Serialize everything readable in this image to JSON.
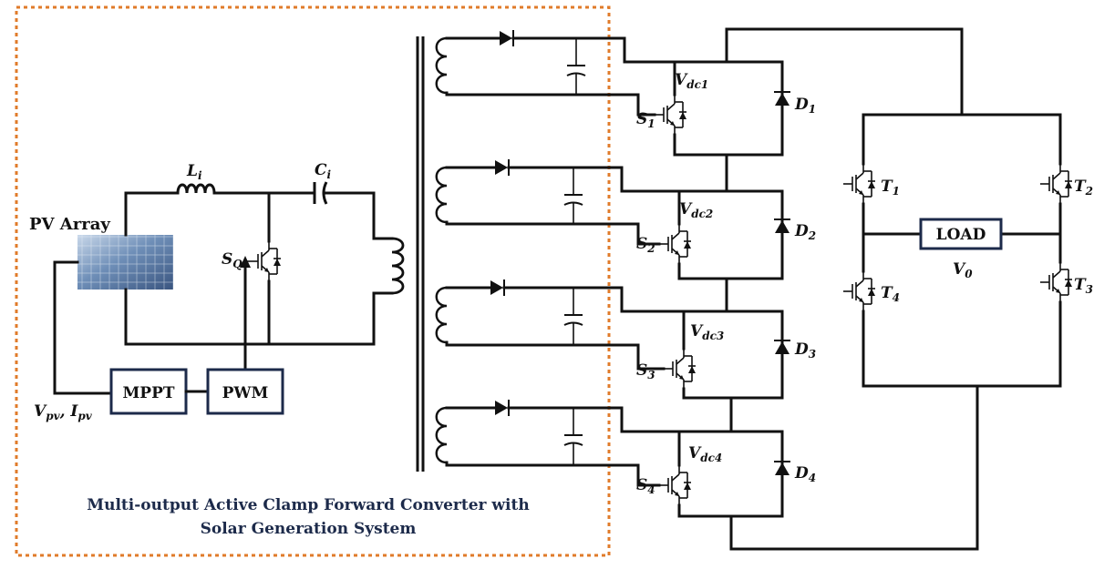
{
  "labels": {
    "pv_array": "PV Array",
    "mppt": "MPPT",
    "pwm": "PWM",
    "load": "LOAD",
    "inductor": {
      "main": "L",
      "sub": "i"
    },
    "capacitor": {
      "main": "C",
      "sub": "i"
    },
    "main_switch": {
      "main": "S",
      "sub": "Q"
    },
    "vpv": {
      "main": "V",
      "sub": "pv"
    },
    "ipv": {
      "main": "I",
      "sub": "pv"
    },
    "v0": {
      "main": "V",
      "sub": "0"
    },
    "outputs": [
      {
        "vdc": "dc1",
        "s": "1",
        "d": "1"
      },
      {
        "vdc": "dc2",
        "s": "2",
        "d": "2"
      },
      {
        "vdc": "dc3",
        "s": "3",
        "d": "3"
      },
      {
        "vdc": "dc4",
        "s": "4",
        "d": "4"
      }
    ],
    "bridge": [
      {
        "main": "T",
        "sub": "1"
      },
      {
        "main": "T",
        "sub": "2"
      },
      {
        "main": "T",
        "sub": "3"
      },
      {
        "main": "T",
        "sub": "4"
      }
    ]
  },
  "caption": {
    "line1": "Multi-output Active Clamp Forward Converter with",
    "line2": "Solar Generation System"
  },
  "colors": {
    "dashed_border": "#e07b2a",
    "box_border": "#1c2a4a",
    "caption": "#1c2a4a",
    "wire": "#111111"
  }
}
